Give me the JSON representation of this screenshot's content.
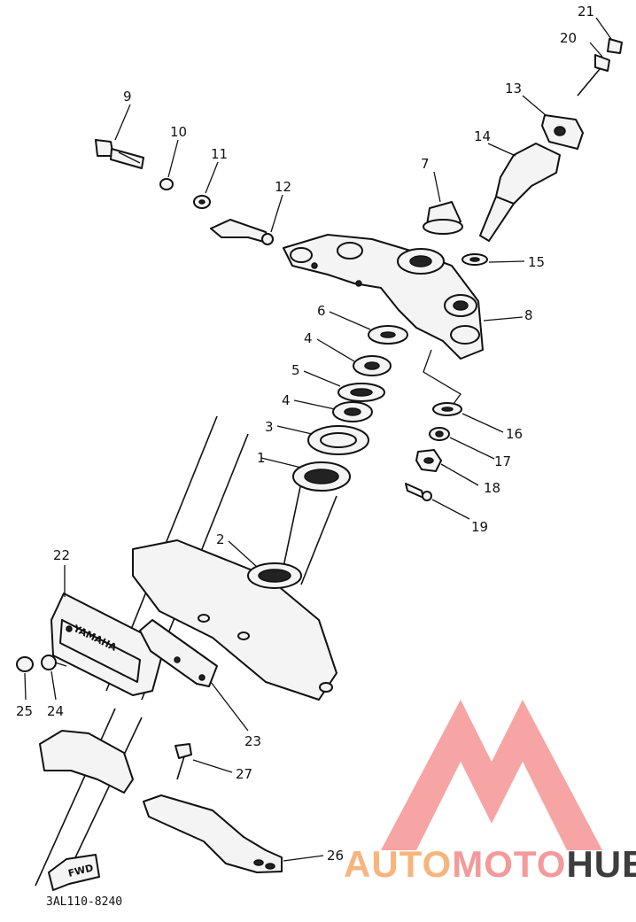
{
  "diagram": {
    "part_numbers": [
      "1",
      "2",
      "3",
      "4",
      "4",
      "5",
      "6",
      "7",
      "8",
      "9",
      "10",
      "11",
      "12",
      "13",
      "14",
      "15",
      "16",
      "17",
      "18",
      "19",
      "20",
      "21",
      "22",
      "23",
      "24",
      "25",
      "26",
      "27"
    ],
    "fwd_label": "FWD",
    "plate_text": "YAMAHA",
    "drawing_code": "3AL110-8240"
  },
  "watermark": {
    "brand_part1": "AUTO",
    "brand_part2": "MOTO",
    "brand_part3": "HUB",
    "color_part1": "#f7b57d",
    "color_part2": "#f39a9a",
    "color_part3": "#3d3d3d",
    "logo_color": "#f27a7a"
  }
}
